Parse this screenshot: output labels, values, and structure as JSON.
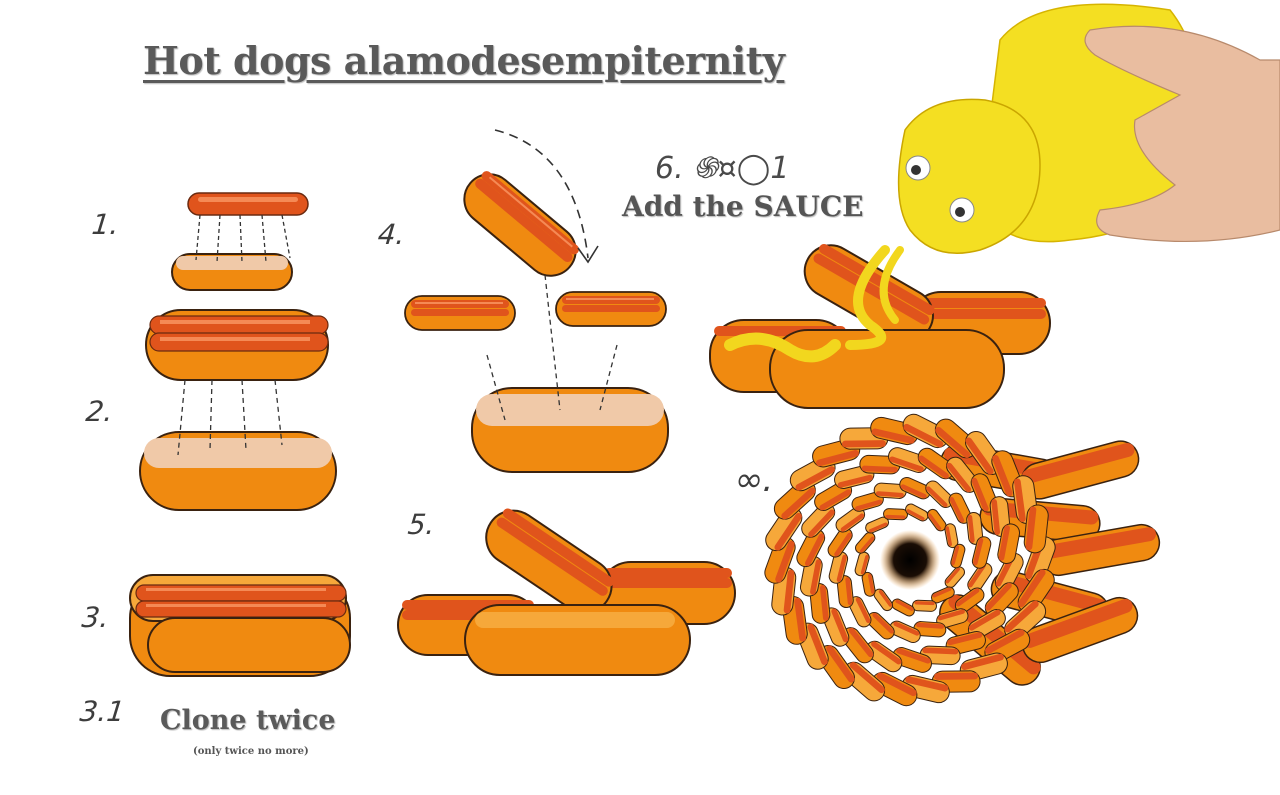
{
  "title": "Hot dogs alamodesempiternity",
  "steps": {
    "s1": "1.",
    "s2": "2.",
    "s3": "3.",
    "s31": "3.1",
    "s31_label": "Clone twice",
    "s31_note": "(only twice no more)",
    "s4": "4.",
    "s5": "5.",
    "s6": "6. ֍¤◯1",
    "s6_label": "Add the SAUCE",
    "sinf": "∞."
  },
  "colors": {
    "bun": "#f08a10",
    "bun_light": "#f6a83a",
    "bun_inner": "#f0c9a8",
    "sausage": "#e0541c",
    "sausage_light": "#f58a55",
    "mustard": "#f2d71e",
    "bottle": "#f4df22",
    "skin": "#e9bda0"
  }
}
